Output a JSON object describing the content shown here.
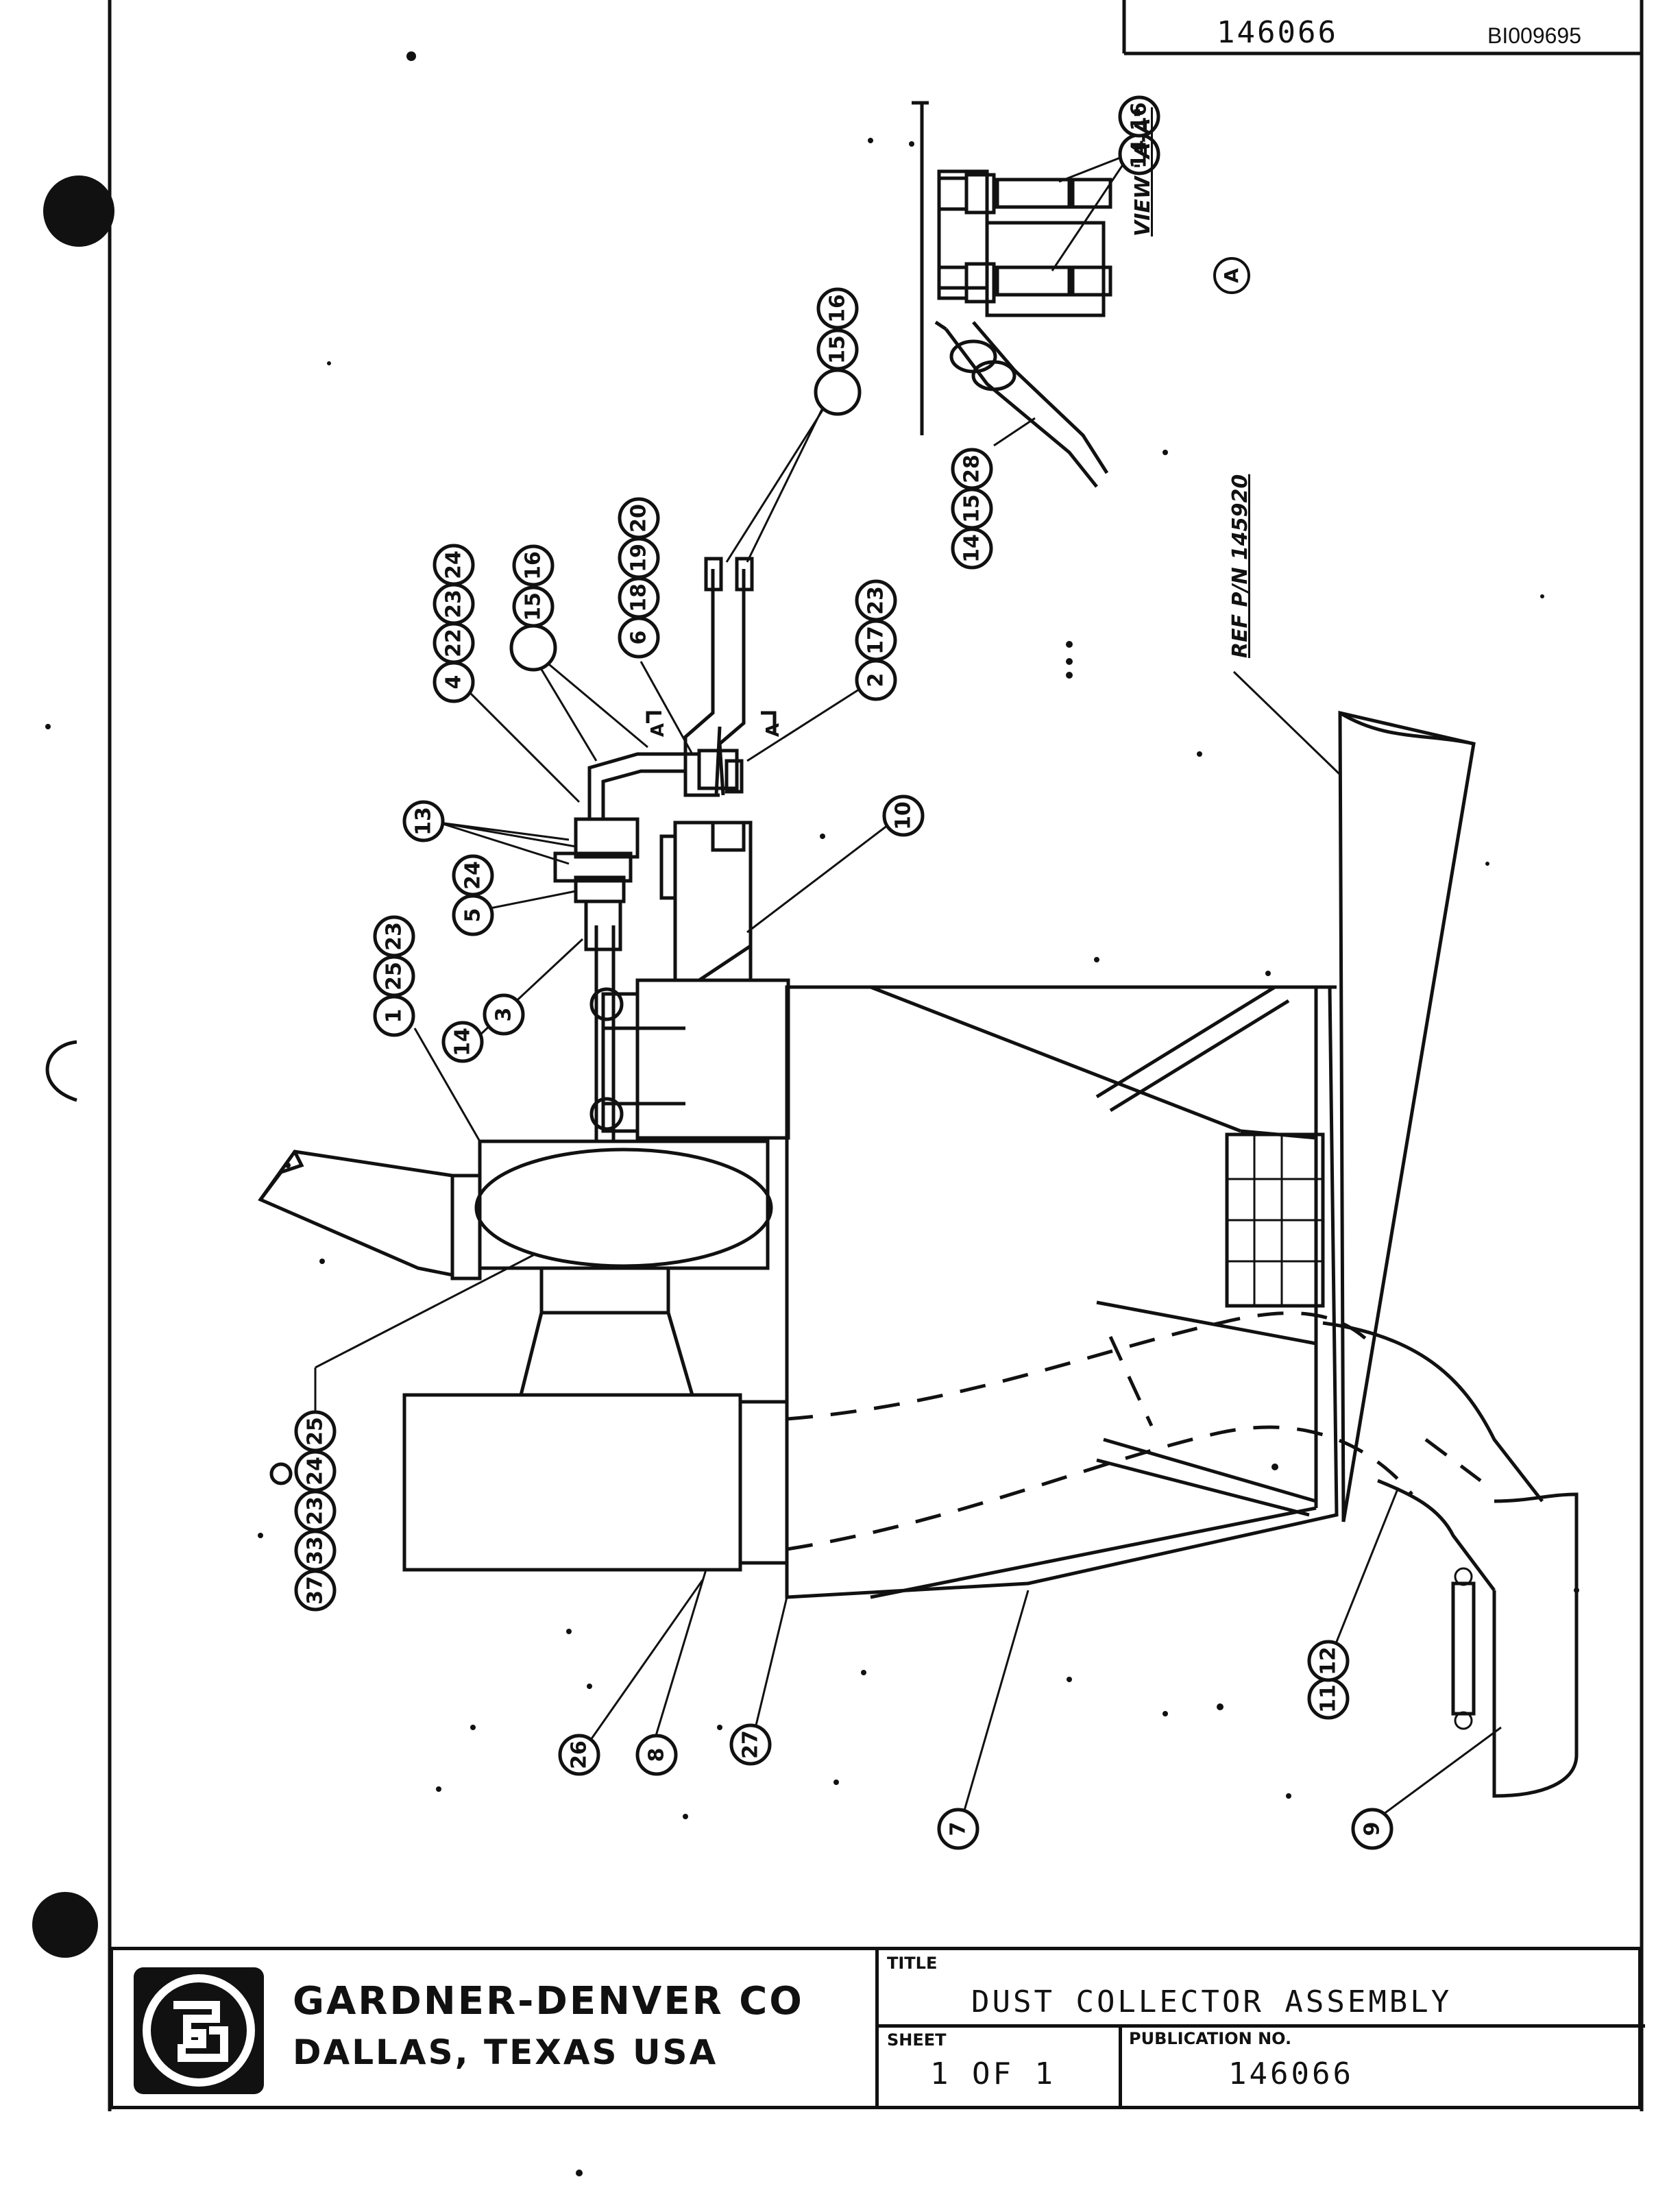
{
  "header": {
    "drawing_number": "146066",
    "document_id": "BI009695"
  },
  "title_block": {
    "company_line1": "GARDNER-DENVER CO",
    "company_line2": "DALLAS, TEXAS USA",
    "title_label": "TITLE",
    "title_value": "DUST COLLECTOR ASSEMBLY",
    "sheet_label": "SHEET",
    "sheet_value": "1 OF 1",
    "publication_label": "PUBLICATION NO.",
    "publication_value": "146066"
  },
  "view_label": "VIEW \"A-A\"",
  "section_marker": "A",
  "section_cut_label": "A",
  "reference_note": "REF P/N 145920",
  "callouts": [
    {
      "id": "c-14-16",
      "nums": [
        "14",
        "16"
      ]
    },
    {
      "id": "c-15-16-top",
      "nums": [
        "15",
        "16"
      ]
    },
    {
      "id": "c-14-15-28",
      "nums": [
        "14",
        "15",
        "28"
      ]
    },
    {
      "id": "c-6-18-19-20",
      "nums": [
        "6",
        "18",
        "19",
        "20"
      ]
    },
    {
      "id": "c-15-16-mid",
      "nums": [
        "15",
        "16"
      ]
    },
    {
      "id": "c-4-22-23-24",
      "nums": [
        "4",
        "22",
        "23",
        "24"
      ]
    },
    {
      "id": "c-2-17-23",
      "nums": [
        "2",
        "17",
        "23"
      ]
    },
    {
      "id": "c-13",
      "nums": [
        "13"
      ]
    },
    {
      "id": "c-5-24",
      "nums": [
        "5",
        "24"
      ]
    },
    {
      "id": "c-10",
      "nums": [
        "10"
      ]
    },
    {
      "id": "c-1-25-23",
      "nums": [
        "1",
        "25",
        "23"
      ]
    },
    {
      "id": "c-14-3",
      "nums": [
        "14",
        "3"
      ]
    },
    {
      "id": "c-37-33-23-24-25",
      "nums": [
        "37",
        "33",
        "23",
        "24",
        "25"
      ]
    },
    {
      "id": "c-26",
      "nums": [
        "26"
      ]
    },
    {
      "id": "c-8",
      "nums": [
        "8"
      ]
    },
    {
      "id": "c-27",
      "nums": [
        "27"
      ]
    },
    {
      "id": "c-7",
      "nums": [
        "7"
      ]
    },
    {
      "id": "c-11-12",
      "nums": [
        "11",
        "12"
      ]
    },
    {
      "id": "c-9",
      "nums": [
        "9"
      ]
    }
  ]
}
